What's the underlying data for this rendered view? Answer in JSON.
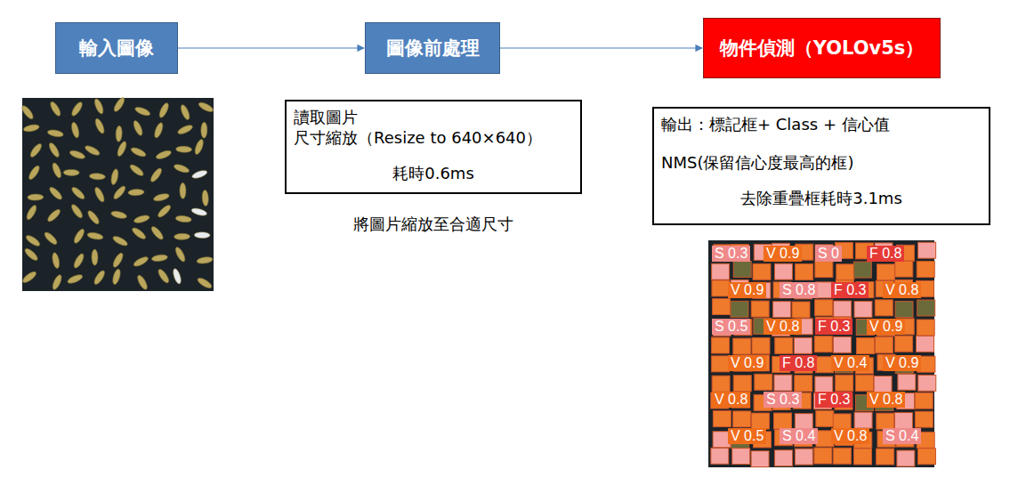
{
  "diagram": {
    "nodes": [
      {
        "text": [
          "輸入圖像"
        ]
      },
      {
        "text": [
          "圖像前處理"
        ]
      },
      {
        "text": [
          "物件偵測（YOLOv5s）"
        ]
      },
      {
        "text": [
          "讀取圖片",
          "尺寸縮放（Resize to 640×640）",
          "耗時0.6ms"
        ]
      },
      {
        "text": [
          "輸出：標記框+ Class + 信心值",
          "NMS(保留信心度最高的框)",
          "去除重疊框耗時3.1ms"
        ]
      }
    ],
    "edges": [
      {
        "from": 0,
        "to": 1,
        "arrow": "to"
      },
      {
        "from": 1,
        "to": 2,
        "arrow": "to"
      }
    ],
    "labels": [
      "將圖片縮放至合適尺寸",
      "S 0.3",
      "V 0.9",
      "S 0",
      "F 0.8",
      "V 0.9",
      "S 0.8",
      "F 0.3",
      "V 0.8",
      "S 0.5",
      "V 0.8",
      "F 0.3",
      "V 0.9",
      "V 0.9",
      "F 0.8",
      "V 0.4",
      "V 0.9",
      "V 0.8",
      "S 0.3",
      "F 0.3",
      "V 0.8",
      "V 0.5",
      "S 0.4",
      "V 0.8",
      "S 0.4"
    ]
  }
}
